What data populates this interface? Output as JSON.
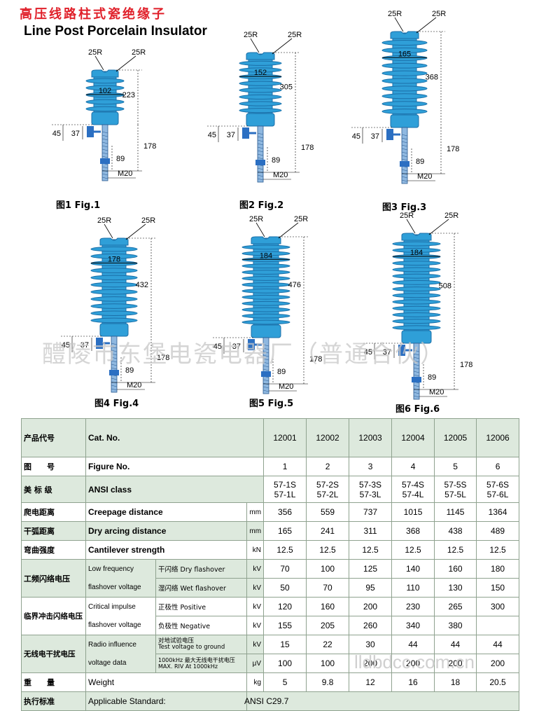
{
  "title_cn": "高压线路柱式瓷绝缘子",
  "title_en": "Line Post Porcelain Insulator",
  "colors": {
    "porcelain": "#2f9fd8",
    "porcelain_dark": "#1b6fa8",
    "title_red": "#e0202a",
    "table_green": "#dde9dd",
    "clamp_blue": "#2b6fc2"
  },
  "figures": [
    {
      "caption": "图1 Fig.1",
      "radius_top": "25R",
      "radius_side": "25R",
      "diameter": "102",
      "height": "223",
      "d45": "45",
      "d37": "37",
      "d178": "178",
      "d89": "89",
      "thread": "M20",
      "sheds": 5
    },
    {
      "caption": "图2 Fig.2",
      "radius_top": "25R",
      "radius_side": "25R",
      "diameter": "152",
      "height": "305",
      "d45": "45",
      "d37": "37",
      "d178": "178",
      "d89": "89",
      "thread": "M20",
      "sheds": 8
    },
    {
      "caption": "图3 Fig.3",
      "radius_top": "25R",
      "radius_side": "25R",
      "diameter": "165",
      "height": "368",
      "d45": "45",
      "d37": "37",
      "d178": "178",
      "d89": "89",
      "thread": "M20",
      "sheds": 10
    },
    {
      "caption": "图4 Fig.4",
      "radius_top": "25R",
      "radius_side": "25R",
      "diameter": "178",
      "height": "432",
      "d45": "45",
      "d37": "37",
      "d178": "178",
      "d89": "89",
      "thread": "M20",
      "sheds": 11
    },
    {
      "caption": "图5 Fig.5",
      "radius_top": "25R",
      "radius_side": "25R",
      "diameter": "184",
      "height": "476",
      "d45": "45",
      "d37": "37",
      "d178": "178",
      "d89": "89",
      "thread": "M20",
      "sheds": 13
    },
    {
      "caption": "图6 Fig.6",
      "radius_top": "25R",
      "radius_side": "25R",
      "diameter": "184",
      "height": "508",
      "d45": "45",
      "d37": "37",
      "d178": "178",
      "d89": "89",
      "thread": "M20",
      "sheds": 14
    }
  ],
  "watermark": "醴陵市东堡电瓷电器厂（普通合伙）",
  "watermark_url": "lldbdcc.com.cn",
  "table": {
    "header": {
      "cn": "产品代号",
      "en": "Cat. No.",
      "values": [
        "12001",
        "12002",
        "12003",
        "12004",
        "12005",
        "12006"
      ]
    },
    "figure": {
      "cn": "图　　号",
      "en": "Figure No.",
      "values": [
        "1",
        "2",
        "3",
        "4",
        "5",
        "6"
      ]
    },
    "ansi": {
      "cn": "美 标 级",
      "en": "ANSI class",
      "s": [
        "57-1S",
        "57-2S",
        "57-3S",
        "57-4S",
        "57-5S",
        "57-6S"
      ],
      "l": [
        "57-1L",
        "57-2L",
        "57-3L",
        "57-4L",
        "57-5L",
        "57-6L"
      ]
    },
    "creepage": {
      "cn": "爬电距离",
      "en": "Creepage distance",
      "unit": "mm",
      "values": [
        "356",
        "559",
        "737",
        "1015",
        "1145",
        "1364"
      ]
    },
    "arcing": {
      "cn": "干弧距离",
      "en": "Dry arcing distance",
      "unit": "mm",
      "values": [
        "165",
        "241",
        "311",
        "368",
        "438",
        "489"
      ]
    },
    "cantilever": {
      "cn": "弯曲强度",
      "en": "Cantilever strength",
      "unit": "kN",
      "values": [
        "12.5",
        "12.5",
        "12.5",
        "12.5",
        "12.5",
        "12.5"
      ]
    },
    "lowfreq": {
      "cn": "工频闪络电压",
      "en1": "Low frequency",
      "en2": "flashover voltage",
      "dry": {
        "label": "干闪络 Dry flashover",
        "unit": "kV",
        "values": [
          "70",
          "100",
          "125",
          "140",
          "160",
          "180"
        ]
      },
      "wet": {
        "label": "湿闪络 Wet flashover",
        "unit": "kV",
        "values": [
          "50",
          "70",
          "95",
          "110",
          "130",
          "150"
        ]
      }
    },
    "impulse": {
      "cn": "临界冲击闪络电压",
      "en1": "Critical impulse",
      "en2": "flashover voltage",
      "pos": {
        "label": "正极性  Positive",
        "unit": "kV",
        "values": [
          "120",
          "160",
          "200",
          "230",
          "265",
          "300"
        ]
      },
      "neg": {
        "label": "负极性  Negative",
        "unit": "kV",
        "values": [
          "155",
          "205",
          "260",
          "340",
          "380",
          ""
        ]
      }
    },
    "radio": {
      "cn": "无线电干扰电压",
      "en1": "Radio influence",
      "en2": "voltage data",
      "test": {
        "label1": "对地试验电压",
        "label2": "Test voltage to ground",
        "unit": "kV",
        "values": [
          "15",
          "22",
          "30",
          "44",
          "44",
          "44"
        ]
      },
      "max": {
        "label1": "1000kHz 最大无线电干扰电压",
        "label2": "MAX. RIV At 1000kHz",
        "unit": "μV",
        "values": [
          "100",
          "100",
          "200",
          "200",
          "200",
          "200"
        ]
      }
    },
    "weight": {
      "cn": "重　　量",
      "en": "Weight",
      "unit": "kg",
      "values": [
        "5",
        "9.8",
        "12",
        "16",
        "18",
        "20.5"
      ]
    },
    "standard": {
      "cn": "执行标准",
      "en": "Applicable  Standard:",
      "value": "ANSI C29.7"
    }
  }
}
